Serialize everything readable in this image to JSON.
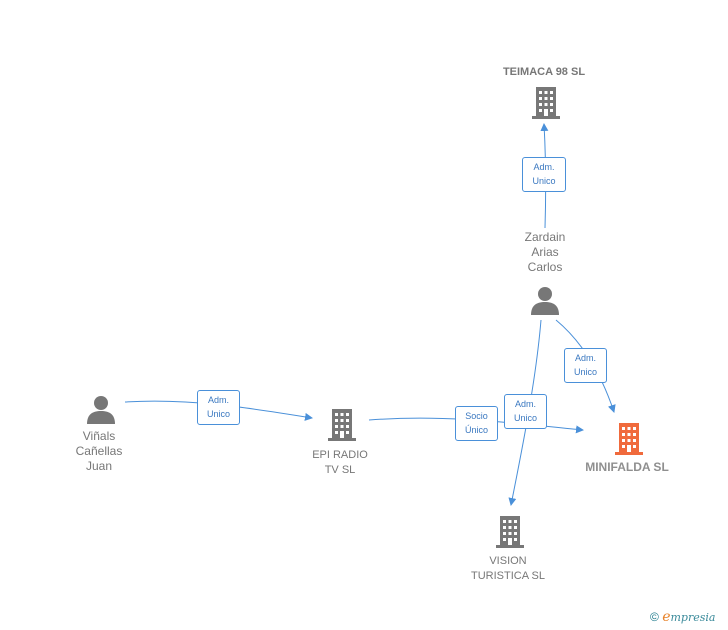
{
  "nodes": {
    "teimaca": {
      "label": "TEIMACA 98 SL",
      "kind": "company"
    },
    "zardain": {
      "label": "Zardain\nArias\nCarlos",
      "kind": "person"
    },
    "vinals": {
      "label": "Viñals\nCañellas\nJuan",
      "kind": "person"
    },
    "epi": {
      "label": "EPI RADIO\nTV SL",
      "kind": "company"
    },
    "minifalda": {
      "label": "MINIFALDA SL",
      "kind": "company-focus"
    },
    "vision": {
      "label": "VISION\nTURISTICA SL",
      "kind": "company"
    }
  },
  "relations": {
    "zardain_teimaca": "Adm.\nUnico",
    "zardain_minifalda": "Adm.\nUnico",
    "zardain_vision": "Adm.\nUnico",
    "vinals_epi": "Adm.\nUnico",
    "epi_minifalda": "Socio\nÚnico"
  },
  "colors": {
    "edge": "#4a90d9",
    "icon": "#777777",
    "focus_icon": "#f06a3c"
  },
  "footer": {
    "copyright": "©",
    "brand_e": "e",
    "brand_rest": "mpresia"
  }
}
